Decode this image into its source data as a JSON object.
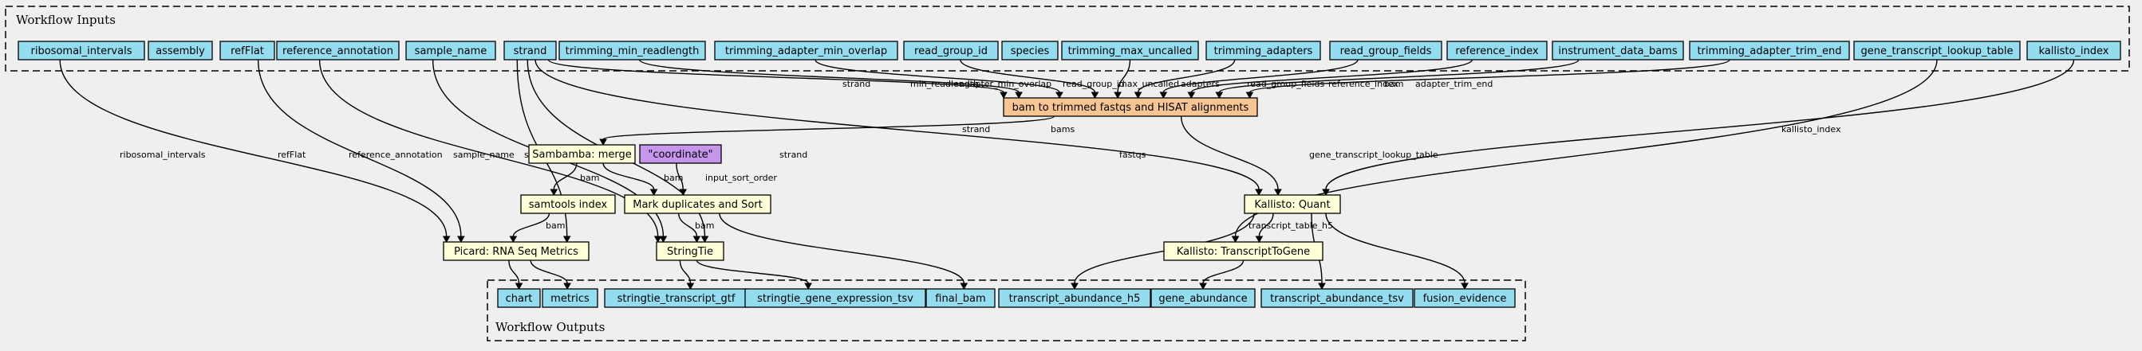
{
  "clusters": {
    "inputs": {
      "title": "Workflow Inputs"
    },
    "outputs": {
      "title": "Workflow Outputs"
    }
  },
  "colors": {
    "io": "#94ddf0",
    "task": "#ffffd8",
    "main_task": "#f6c592",
    "literal": "#c696ed",
    "background": "#efefef"
  },
  "nodes": {
    "ribosomal_intervals": {
      "label": "ribosomal_intervals"
    },
    "assembly": {
      "label": "assembly"
    },
    "refFlat": {
      "label": "refFlat"
    },
    "reference_annotation": {
      "label": "reference_annotation"
    },
    "sample_name": {
      "label": "sample_name"
    },
    "strand": {
      "label": "strand"
    },
    "trimming_min_readlength": {
      "label": "trimming_min_readlength"
    },
    "trimming_adapter_min_overlap": {
      "label": "trimming_adapter_min_overlap"
    },
    "read_group_id": {
      "label": "read_group_id"
    },
    "species": {
      "label": "species"
    },
    "trimming_max_uncalled": {
      "label": "trimming_max_uncalled"
    },
    "trimming_adapters": {
      "label": "trimming_adapters"
    },
    "read_group_fields": {
      "label": "read_group_fields"
    },
    "reference_index": {
      "label": "reference_index"
    },
    "instrument_data_bams": {
      "label": "instrument_data_bams"
    },
    "trimming_adapter_trim_end": {
      "label": "trimming_adapter_trim_end"
    },
    "gene_transcript_lookup_table": {
      "label": "gene_transcript_lookup_table"
    },
    "kallisto_index": {
      "label": "kallisto_index"
    },
    "bam_to_trimmed": {
      "label": "bam to trimmed fastqs and HISAT alignments"
    },
    "sambamba_merge": {
      "label": "Sambamba: merge"
    },
    "coordinate": {
      "label": "\"coordinate\""
    },
    "samtools_index": {
      "label": "samtools index"
    },
    "mark_duplicates": {
      "label": "Mark duplicates and Sort"
    },
    "kallisto_quant": {
      "label": "Kallisto: Quant"
    },
    "kallisto_t2g": {
      "label": "Kallisto: TranscriptToGene"
    },
    "picard_rnaseq": {
      "label": "Picard: RNA Seq Metrics"
    },
    "stringtie": {
      "label": "StringTie"
    },
    "chart": {
      "label": "chart"
    },
    "metrics": {
      "label": "metrics"
    },
    "stringtie_transcript_gtf": {
      "label": "stringtie_transcript_gtf"
    },
    "stringtie_gene_expression_tsv": {
      "label": "stringtie_gene_expression_tsv"
    },
    "final_bam": {
      "label": "final_bam"
    },
    "transcript_abundance_h5": {
      "label": "transcript_abundance_h5"
    },
    "gene_abundance": {
      "label": "gene_abundance"
    },
    "transcript_abundance_tsv": {
      "label": "transcript_abundance_tsv"
    },
    "fusion_evidence": {
      "label": "fusion_evidence"
    }
  },
  "edges": [
    {
      "from": "ribosomal_intervals",
      "to": "picard_rnaseq",
      "label": "ribosomal_intervals"
    },
    {
      "from": "refFlat",
      "to": "picard_rnaseq",
      "label": "refFlat"
    },
    {
      "from": "reference_annotation",
      "to": "stringtie",
      "label": "reference_annotation"
    },
    {
      "from": "sample_name",
      "to": "stringtie",
      "label": "sample_name"
    },
    {
      "from": "strand",
      "to": "picard_rnaseq",
      "label": "strand"
    },
    {
      "from": "strand",
      "to": "stringtie",
      "label": "strand"
    },
    {
      "from": "strand",
      "to": "kallisto_quant",
      "label": "strand"
    },
    {
      "from": "strand",
      "to": "bam_to_trimmed",
      "label": "strand"
    },
    {
      "from": "trimming_min_readlength",
      "to": "bam_to_trimmed",
      "label": "min_readlength"
    },
    {
      "from": "trimming_adapter_min_overlap",
      "to": "bam_to_trimmed",
      "label": "adapter_min_overlap"
    },
    {
      "from": "read_group_id",
      "to": "bam_to_trimmed",
      "label": "read_group_id"
    },
    {
      "from": "trimming_max_uncalled",
      "to": "bam_to_trimmed",
      "label": "max_uncalled"
    },
    {
      "from": "trimming_adapters",
      "to": "bam_to_trimmed",
      "label": "adapters"
    },
    {
      "from": "read_group_fields",
      "to": "bam_to_trimmed",
      "label": "read_group_fields"
    },
    {
      "from": "reference_index",
      "to": "bam_to_trimmed",
      "label": "reference_index"
    },
    {
      "from": "instrument_data_bams",
      "to": "bam_to_trimmed",
      "label": "bam"
    },
    {
      "from": "trimming_adapter_trim_end",
      "to": "bam_to_trimmed",
      "label": "adapter_trim_end"
    },
    {
      "from": "gene_transcript_lookup_table",
      "to": "kallisto_t2g",
      "label": "gene_transcript_lookup_table"
    },
    {
      "from": "kallisto_index",
      "to": "kallisto_quant",
      "label": "kallisto_index"
    },
    {
      "from": "bam_to_trimmed",
      "to": "sambamba_merge",
      "label": "bams"
    },
    {
      "from": "bam_to_trimmed",
      "to": "kallisto_quant",
      "label": "fastqs"
    },
    {
      "from": "sambamba_merge",
      "to": "samtools_index",
      "label": "bam"
    },
    {
      "from": "sambamba_merge",
      "to": "mark_duplicates",
      "label": "bam"
    },
    {
      "from": "coordinate",
      "to": "mark_duplicates",
      "label": "input_sort_order"
    },
    {
      "from": "samtools_index",
      "to": "picard_rnaseq",
      "label": "bam"
    },
    {
      "from": "mark_duplicates",
      "to": "stringtie",
      "label": "bam"
    },
    {
      "from": "mark_duplicates",
      "to": "final_bam",
      "label": ""
    },
    {
      "from": "kallisto_quant",
      "to": "kallisto_t2g",
      "label": "transcript_table_h5"
    },
    {
      "from": "kallisto_quant",
      "to": "transcript_abundance_h5",
      "label": ""
    },
    {
      "from": "kallisto_quant",
      "to": "transcript_abundance_tsv",
      "label": ""
    },
    {
      "from": "kallisto_quant",
      "to": "fusion_evidence",
      "label": ""
    },
    {
      "from": "kallisto_t2g",
      "to": "gene_abundance",
      "label": ""
    },
    {
      "from": "picard_rnaseq",
      "to": "chart",
      "label": ""
    },
    {
      "from": "picard_rnaseq",
      "to": "metrics",
      "label": ""
    },
    {
      "from": "stringtie",
      "to": "stringtie_transcript_gtf",
      "label": ""
    },
    {
      "from": "stringtie",
      "to": "stringtie_gene_expression_tsv",
      "label": ""
    }
  ]
}
